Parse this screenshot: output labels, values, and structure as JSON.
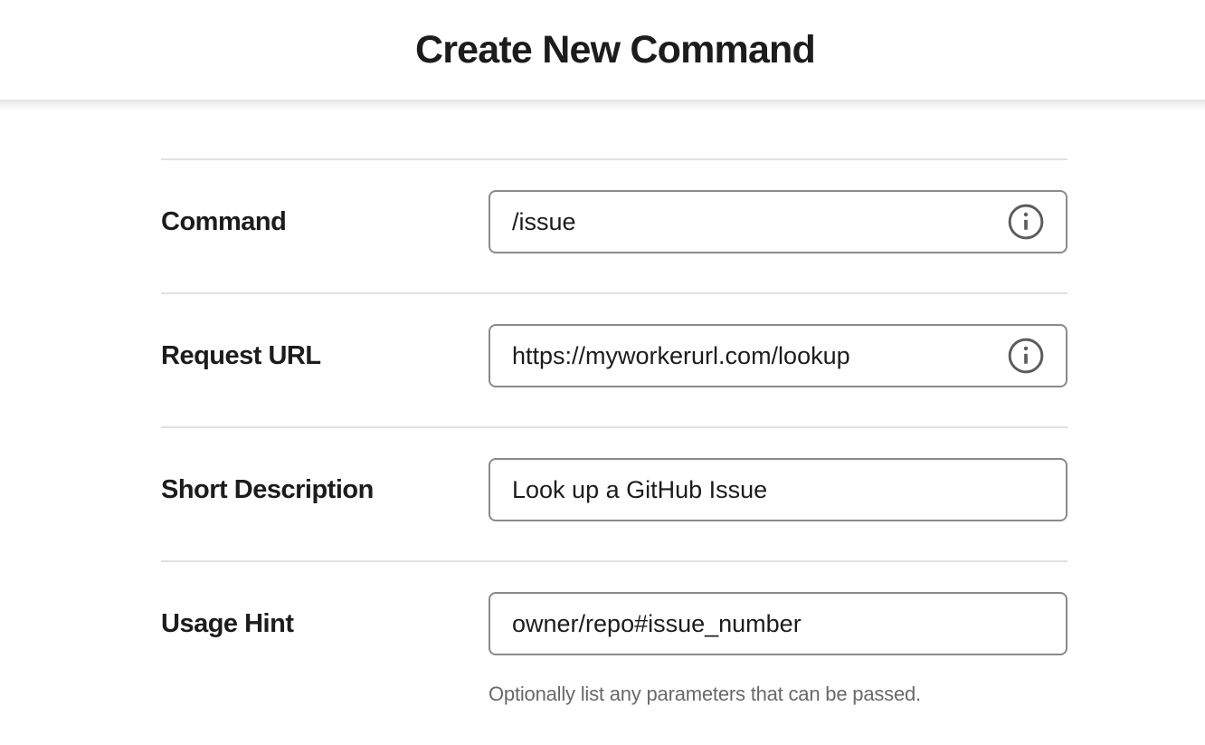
{
  "header": {
    "title": "Create New Command"
  },
  "form": {
    "fields": [
      {
        "id": "command",
        "label": "Command",
        "value": "/issue",
        "has_info_icon": true
      },
      {
        "id": "request-url",
        "label": "Request URL",
        "value": "https://myworkerurl.com/lookup",
        "has_info_icon": true
      },
      {
        "id": "short-description",
        "label": "Short Description",
        "value": "Look up a GitHub Issue",
        "has_info_icon": false
      },
      {
        "id": "usage-hint",
        "label": "Usage Hint",
        "value": "owner/repo#issue_number",
        "has_info_icon": false,
        "help_text": "Optionally list any parameters that can be passed."
      }
    ]
  },
  "icons": {
    "info": "info-icon"
  },
  "colors": {
    "text": "#1d1c1d",
    "input_border": "#8a8a8a",
    "divider": "#e0e0e0",
    "help_text": "#696969",
    "icon": "#5c5c5c",
    "header_shadow": "#e3e3e3",
    "background": "#ffffff"
  }
}
